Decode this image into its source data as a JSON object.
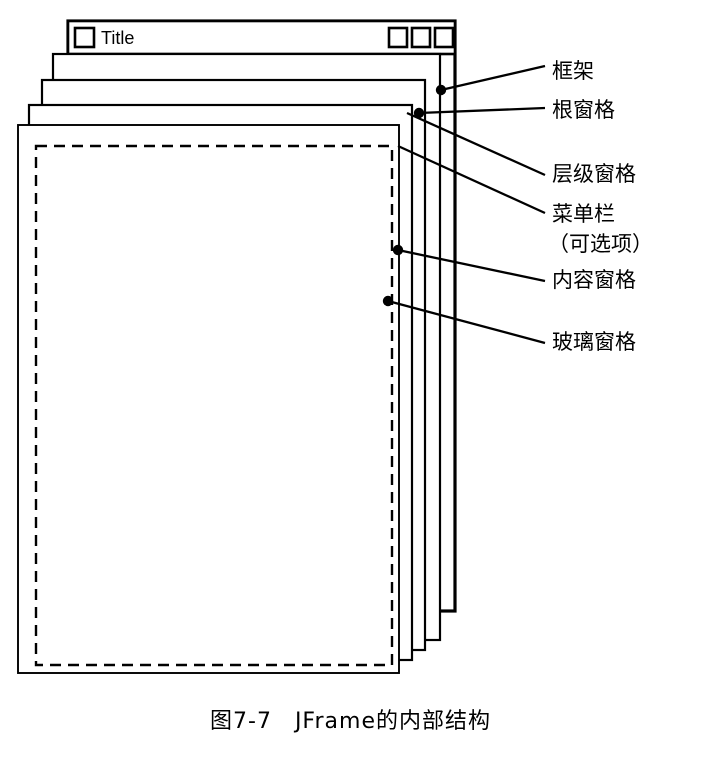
{
  "figure": {
    "caption": "图7-7　JFrame的内部结构",
    "window": {
      "title": "Title",
      "title_icon": "window-menu-icon",
      "controls": [
        "minimize-button",
        "maximize-button",
        "close-button"
      ]
    },
    "callouts": [
      {
        "id": "frame",
        "label": "框架",
        "sublabel": ""
      },
      {
        "id": "root-pane",
        "label": "根窗格",
        "sublabel": ""
      },
      {
        "id": "layered-pane",
        "label": "层级窗格",
        "sublabel": ""
      },
      {
        "id": "menu-bar",
        "label": "菜单栏",
        "sublabel": "（可选项）"
      },
      {
        "id": "content-pane",
        "label": "内容窗格",
        "sublabel": ""
      },
      {
        "id": "glass-pane",
        "label": "玻璃窗格",
        "sublabel": ""
      }
    ],
    "colors": {
      "ink": "#000000",
      "paper": "#ffffff"
    }
  }
}
